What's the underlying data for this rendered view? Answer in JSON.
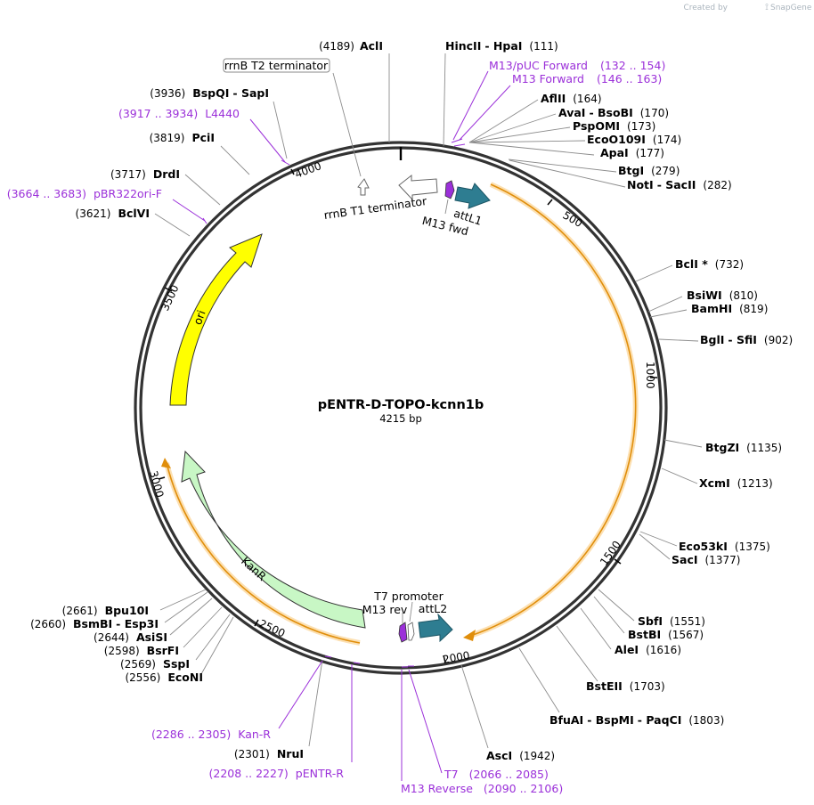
{
  "credit": {
    "text": "Created by",
    "brand": "SnapGene"
  },
  "plasmid": {
    "name": "pENTR-D-TOPO-kcnn1b",
    "length_label": "4215 bp",
    "length": 4215
  },
  "ticks": [
    "500",
    "1000",
    "1500",
    "2000",
    "2500",
    "3000",
    "3500",
    "4000"
  ],
  "sites": [
    {
      "name": "AclI",
      "pos": "(4189)"
    },
    {
      "name": "HincII",
      "name2": "HpaI",
      "pos": "(111)"
    },
    {
      "name": "AflII",
      "pos": "(164)"
    },
    {
      "name": "AvaI",
      "name2": "BsoBI",
      "pos": "(170)"
    },
    {
      "name": "PspOMI",
      "pos": "(173)"
    },
    {
      "name": "EcoO109I",
      "pos": "(174)"
    },
    {
      "name": "ApaI",
      "pos": "(177)"
    },
    {
      "name": "BtgI",
      "pos": "(279)"
    },
    {
      "name": "NotI",
      "name2": "SacII",
      "pos": "(282)"
    },
    {
      "name": "BclI *",
      "pos": "(732)"
    },
    {
      "name": "BsiWI",
      "pos": "(810)"
    },
    {
      "name": "BamHI",
      "pos": "(819)"
    },
    {
      "name": "BglI",
      "name2": "SfiI",
      "pos": "(902)"
    },
    {
      "name": "BtgZI",
      "pos": "(1135)"
    },
    {
      "name": "XcmI",
      "pos": "(1213)"
    },
    {
      "name": "Eco53kI",
      "pos": "(1375)"
    },
    {
      "name": "SacI",
      "pos": "(1377)"
    },
    {
      "name": "SbfI",
      "pos": "(1551)"
    },
    {
      "name": "BstBI",
      "pos": "(1567)"
    },
    {
      "name": "AleI",
      "pos": "(1616)"
    },
    {
      "name": "BstEII",
      "pos": "(1703)"
    },
    {
      "name": "BfuAI",
      "name2": "BspMI",
      "name3": "PaqCI",
      "pos": "(1803)"
    },
    {
      "name": "AscI",
      "pos": "(1942)"
    },
    {
      "name": "NruI",
      "pos": "(2301)"
    },
    {
      "name": "EcoNI",
      "pos": "(2556)"
    },
    {
      "name": "SspI",
      "pos": "(2569)"
    },
    {
      "name": "BsrFI",
      "pos": "(2598)"
    },
    {
      "name": "AsiSI",
      "pos": "(2644)"
    },
    {
      "name": "BsmBI",
      "name2": "Esp3I",
      "pos": "(2660)"
    },
    {
      "name": "Bpu10I",
      "pos": "(2661)"
    },
    {
      "name": "BclVI",
      "pos": "(3621)"
    },
    {
      "name": "DrdI",
      "pos": "(3717)"
    },
    {
      "name": "PciI",
      "pos": "(3819)"
    },
    {
      "name": "BspQI",
      "name2": "SapI",
      "pos": "(3936)"
    }
  ],
  "primers": [
    {
      "name": "M13/pUC Forward",
      "range": "(132 .. 154)"
    },
    {
      "name": "M13 Forward",
      "range": "(146 .. 163)"
    },
    {
      "name": "L4440",
      "range": "(3917 .. 3934)"
    },
    {
      "name": "pBR322ori-F",
      "range": "(3664 .. 3683)"
    },
    {
      "name": "Kan-R",
      "range": "(2286 .. 2305)"
    },
    {
      "name": "pENTR-R",
      "range": "(2208 .. 2227)"
    },
    {
      "name": "T7",
      "range": "(2066 .. 2085)"
    },
    {
      "name": "M13 Reverse",
      "range": "(2090 .. 2106)"
    }
  ],
  "features": {
    "rrnb_t2": "rrnB T2 terminator",
    "rrnb_t1": "rrnB T1 terminator",
    "m13_fwd": "M13 fwd",
    "attl1": "attL1",
    "t7_promoter": "T7 promoter",
    "m13_rev": "M13 rev",
    "attl2": "attL2",
    "kanr": "KanR",
    "ori": "ori"
  },
  "colors": {
    "primer": "#9b30d9",
    "att": "#2e7d91",
    "ori": "#ffff00",
    "kanr": "#c8f7c5",
    "orf": "#f5a623",
    "backbone": "#333333"
  }
}
